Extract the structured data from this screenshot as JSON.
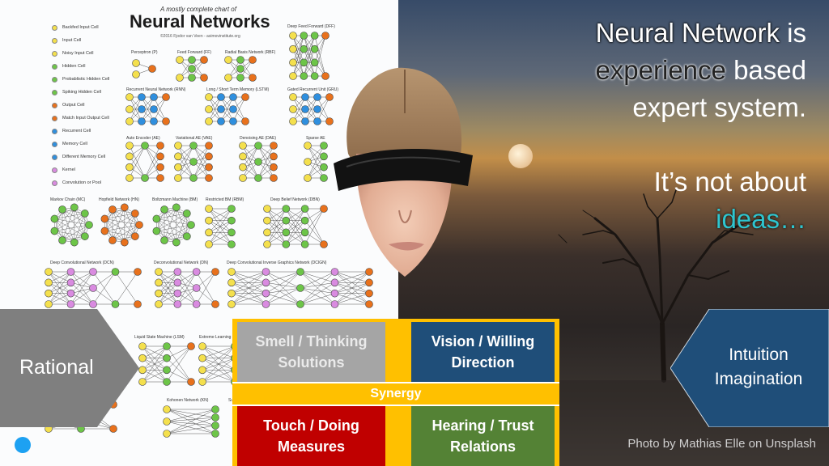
{
  "poster": {
    "kicker": "A mostly complete chart of",
    "title": "Neural Networks",
    "credit": "©2016 Fjodor van Veen - asimovinstitute.org",
    "legend": [
      {
        "label": "Backfed Input Cell",
        "color": "#f4e04d"
      },
      {
        "label": "Input Cell",
        "color": "#f4e04d"
      },
      {
        "label": "Noisy Input Cell",
        "color": "#f4e04d"
      },
      {
        "label": "Hidden Cell",
        "color": "#6dc548"
      },
      {
        "label": "Probablistic Hidden Cell",
        "color": "#6dc548"
      },
      {
        "label": "Spiking Hidden Cell",
        "color": "#6dc548"
      },
      {
        "label": "Output Cell",
        "color": "#e8711c"
      },
      {
        "label": "Match Input Output Cell",
        "color": "#e8711c"
      },
      {
        "label": "Recurrent Cell",
        "color": "#2f8fde"
      },
      {
        "label": "Memory Cell",
        "color": "#2f8fde"
      },
      {
        "label": "Different Memory Cell",
        "color": "#2f8fde"
      },
      {
        "label": "Kernel",
        "color": "#d98be0"
      },
      {
        "label": "Convolution or Pool",
        "color": "#d98be0"
      }
    ],
    "network_labels": [
      "Deep Feed Forward (DFF)",
      "Perceptron (P)",
      "Feed Forward (FF)",
      "Radial Basis Network (RBF)",
      "Recurrent Neural Network (RNN)",
      "Long / Short Term Memory (LSTM)",
      "Gated Recurrent Unit (GRU)",
      "Auto Encoder (AE)",
      "Variational AE (VAE)",
      "Denoising AE (DAE)",
      "Sparse AE",
      "Markov Chain (MC)",
      "Hopfield Network (HN)",
      "Boltzmann Machine (BM)",
      "Restricted BM (RBM)",
      "Deep Belief Network (DBN)",
      "Deep Convolutional Network (DCN)",
      "Deconvolutional Network (DN)",
      "Deep Convolutional Inverse Graphics Network (DCIGN)",
      "Liquid State Machine (LSM)",
      "Extreme Learning",
      "Kohonen Network (KN)",
      "Support V"
    ]
  },
  "headline": {
    "line1_a": "Neural Network",
    "line1_b": " is",
    "line2_a": "experience",
    "line2_b": " based",
    "line3": "expert system.",
    "line4": "It’s not about",
    "line5": "ideas…"
  },
  "photo_credit": "Photo by Mathias Elle on Unsplash",
  "rational_label": "Rational",
  "intuition_label_1": "Intuition",
  "intuition_label_2": "Imagination",
  "matrix": {
    "smell": "Smell / Thinking Solutions",
    "vision": "Vision / Willing Direction",
    "synergy": "Synergy",
    "touch": "Touch / Doing Measures",
    "hearing": "Hearing / Trust Relations"
  },
  "colors": {
    "rational": "#7f7f7f",
    "intuition": "#1f4e79",
    "synergy": "#ffc000",
    "ideas": "#2ec5cf"
  }
}
